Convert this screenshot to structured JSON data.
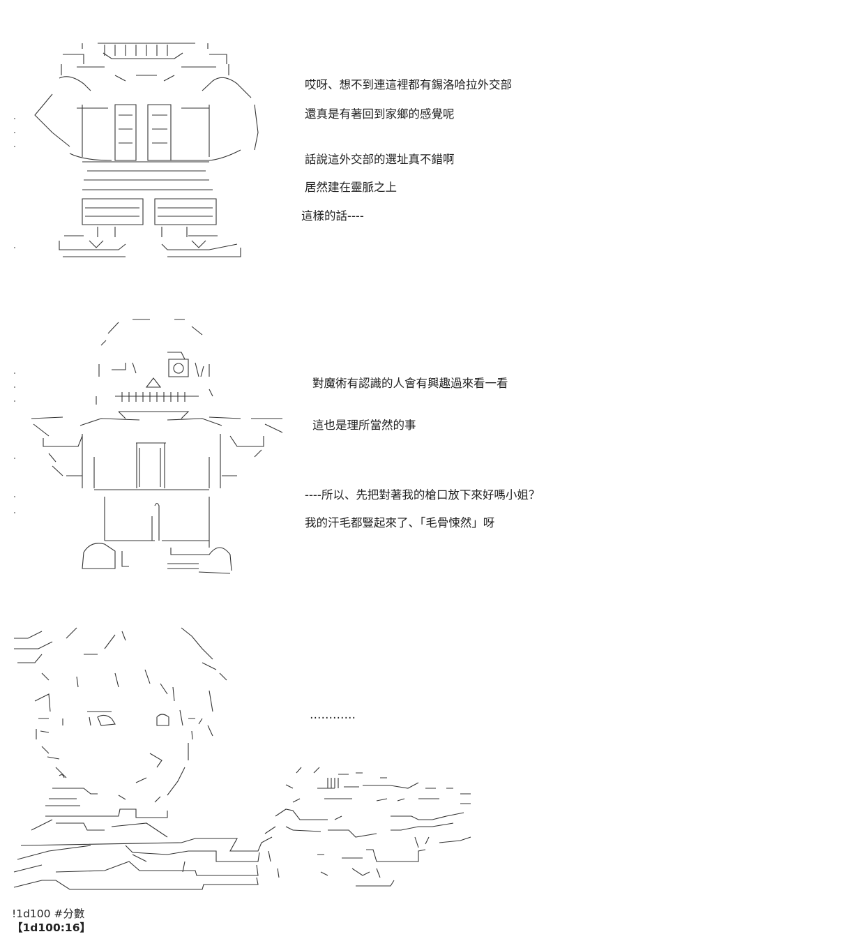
{
  "panels": [
    {
      "art": "aa-skeleton-arms-crossed",
      "lines": [
        "哎呀、想不到連這裡都有錫洛哈拉外交部",
        "還真是有著回到家鄉的感覺呢",
        "話說這外交部的選址真不錯啊",
        "居然建在靈脈之上",
        "這樣的話----"
      ]
    },
    {
      "art": "aa-skeleton-hands-up",
      "lines": [
        "對魔術有認識的人會有興趣過來看一看",
        "這也是理所當然的事",
        "----所以、先把對著我的槍口放下來好嗎小姐？",
        "我的汗毛都豎起來了、「毛骨悚然」呀"
      ]
    },
    {
      "art": "aa-girl-at-desk-and-rubble",
      "lines": [
        "…………"
      ]
    }
  ],
  "dice": {
    "command": "!1d100 #分數",
    "result": "【1d100:16】"
  }
}
